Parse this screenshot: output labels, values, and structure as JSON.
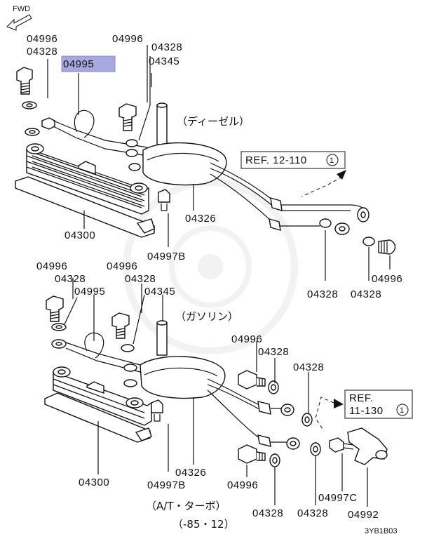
{
  "colors": {
    "highlight": "#A8A8E0",
    "ink": "#111111",
    "watermark": "#E6E6E6"
  },
  "fwd_label": "FWD",
  "diesel_label": "（ディーゼル）",
  "gasoline_label": "（ガソリン）",
  "spec_label": "（A/T・ターボ）",
  "date_label": "（-85・12）",
  "ref_top": {
    "text": "REF. 12-110",
    "circled": "1"
  },
  "ref_bottom": {
    "line1": "REF.",
    "line2": "11-130",
    "circled": "1"
  },
  "figure_code": "3YB1B03",
  "highlighted_part": "04995",
  "parts_top": {
    "p04996_a": "04996",
    "p04328_a": "04328",
    "p04995": "04995",
    "p04996_b": "04996",
    "p04328_b": "04328",
    "p04345": "04345",
    "p04326": "04326",
    "p04300": "04300",
    "p04997b": "04997B",
    "p04328_c": "04328",
    "p04328_d": "04328",
    "p04996_c": "04996"
  },
  "parts_bottom": {
    "p04996_a": "04996",
    "p04328_a": "04328",
    "p04995": "04995",
    "p04996_b": "04996",
    "p04328_b": "04328",
    "p04345": "04345",
    "p04996_c": "04996",
    "p04328_c": "04328",
    "p04328_d": "04328",
    "p04300": "04300",
    "p04326": "04326",
    "p04997b": "04997B",
    "p04996_d": "04996",
    "p04328_e": "04328",
    "p04328_f": "04328",
    "p04997c": "04997C",
    "p04992": "04992"
  }
}
